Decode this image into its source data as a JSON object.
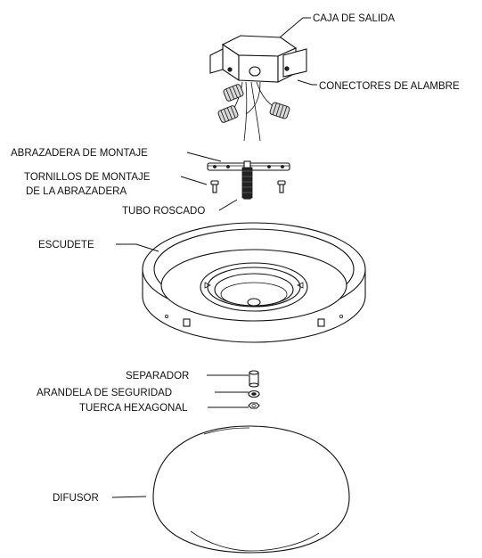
{
  "labels": {
    "caja_de_salida": "CAJA DE SALIDA",
    "conectores": "CONECTORES DE ALAMBRE",
    "abrazadera": "ABRAZADERA DE MONTAJE",
    "tornillos_line1": "TORNILLOS DE MONTAJE",
    "tornillos_line2": "DE LA ABRAZADERA",
    "tubo": "TUBO ROSCADO",
    "escudete": "ESCUDETE",
    "separador": "SEPARADOR",
    "arandela": "ARANDELA DE SEGURIDAD",
    "tuerca": "TUERCA HEXAGONAL",
    "difusor": "DIFUSOR"
  }
}
